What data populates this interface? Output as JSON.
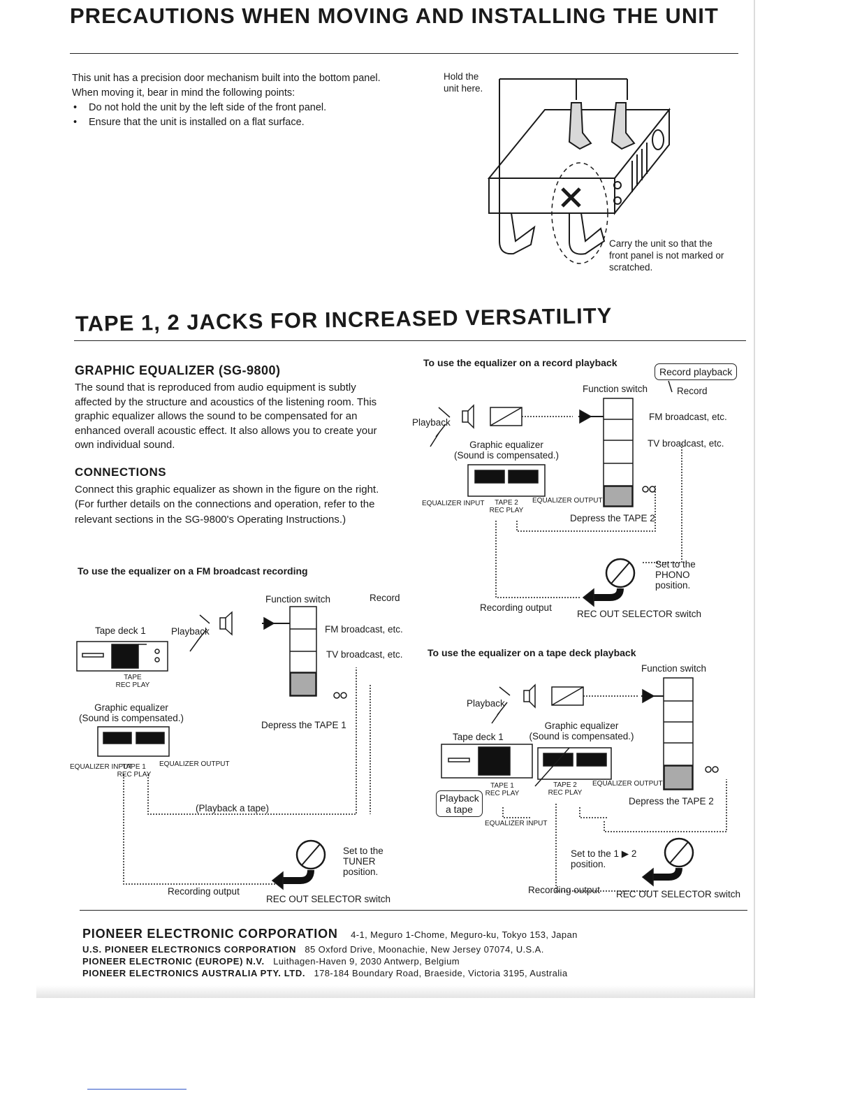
{
  "section1": {
    "title": "PRECAUTIONS WHEN MOVING AND INSTALLING THE UNIT",
    "intro": "This unit has a precision door mechanism built into the bottom panel. When moving it, bear in mind the following points:",
    "bullets": [
      "Do not hold the unit by the left side of the front panel.",
      "Ensure that the unit is installed on a flat surface."
    ],
    "hold_label_1": "Hold the",
    "hold_label_2": "unit here.",
    "carry_note_1": "Carry the unit so that the",
    "carry_note_2": "front panel is not marked or",
    "carry_note_3": "scratched."
  },
  "section2": {
    "title": "TAPE 1, 2 JACKS FOR INCREASED VERSATILITY",
    "eq_heading": "GRAPHIC EQUALIZER (SG-9800)",
    "eq_text": "The sound that is reproduced from audio equipment is subtly affected by the structure and acoustics of the listening room. This graphic equalizer allows the sound to be compensated for an enhanced overall acoustic effect. It also allows you to create your own individual sound.",
    "connections_heading": "CONNECTIONS",
    "connections_text": "Connect this graphic equalizer as shown in the figure on the right. (For further details on the connections and operation, refer to the relevant sections in the SG-9800's Operating Instructions.)"
  },
  "diagram_fm": {
    "caption": "To use the equalizer on a FM broadcast recording",
    "function_switch": "Function switch",
    "record": "Record",
    "tape_deck": "Tape deck 1",
    "playback": "Playback",
    "fm": "FM broadcast, etc.",
    "tv": "TV broadcast, etc.",
    "tape_jack": "TAPE",
    "rec_play": "REC PLAY",
    "graphic_eq": "Graphic equalizer",
    "compensated": "(Sound is compensated.)",
    "depress": "Depress the TAPE 1",
    "eq_input": "EQUALIZER INPUT",
    "tape1": "TAPE 1",
    "rec_play2": "REC PLAY",
    "eq_output": "EQUALIZER OUTPUT",
    "playback_tape": "(Playback a tape)",
    "set_to_1": "Set to the",
    "set_to_2": "TUNER",
    "set_to_3": "position.",
    "recording_output": "Recording output",
    "selector": "REC OUT SELECTOR switch"
  },
  "diagram_record": {
    "caption": "To use the equalizer on a record playback",
    "box_label": "Record playback",
    "function_switch": "Function switch",
    "record": "Record",
    "playback": "Playback",
    "fm": "FM broadcast, etc.",
    "tv": "TV broadcast, etc.",
    "graphic_eq": "Graphic equalizer",
    "compensated": "(Sound is compensated.)",
    "eq_input": "EQUALIZER INPUT",
    "tape2": "TAPE 2",
    "rec_play": "REC PLAY",
    "eq_output": "EQUALIZER OUTPUT",
    "depress": "Depress the TAPE 2",
    "set_to_1": "Set to the",
    "set_to_2": "PHONO",
    "set_to_3": "position.",
    "recording_output": "Recording output",
    "selector": "REC OUT SELECTOR switch"
  },
  "diagram_tape": {
    "caption": "To use the equalizer on a tape deck playback",
    "function_switch": "Function switch",
    "playback": "Playback",
    "graphic_eq": "Graphic equalizer",
    "compensated": "(Sound is compensated.)",
    "tape_deck": "Tape deck 1",
    "tape1": "TAPE 1",
    "rec_play": "REC PLAY",
    "playback_box_1": "Playback",
    "playback_box_2": "a tape",
    "tape2": "TAPE 2",
    "rec_play2": "REC PLAY",
    "eq_output": "EQUALIZER OUTPUT",
    "depress": "Depress the TAPE 2",
    "eq_input": "EQUALIZER INPUT",
    "set_to": "Set to the 1 ▶ 2",
    "set_to_pos": "position.",
    "recording_output": "Recording output",
    "selector": "REC OUT SELECTOR switch"
  },
  "footer": {
    "corp": "PIONEER ELECTRONIC CORPORATION",
    "corp_addr": "4-1, Meguro 1-Chome, Meguro-ku, Tokyo 153, Japan",
    "us": "U.S. PIONEER ELECTRONICS CORPORATION",
    "us_addr": "85 Oxford Drive, Moonachie, New Jersey 07074, U.S.A.",
    "eu": "PIONEER ELECTRONIC (EUROPE) N.V.",
    "eu_addr": "Luithagen-Haven 9, 2030 Antwerp, Belgium",
    "au": "PIONEER ELECTRONICS AUSTRALIA PTY. LTD.",
    "au_addr": "178-184 Boundary Road, Braeside, Victoria 3195, Australia"
  }
}
